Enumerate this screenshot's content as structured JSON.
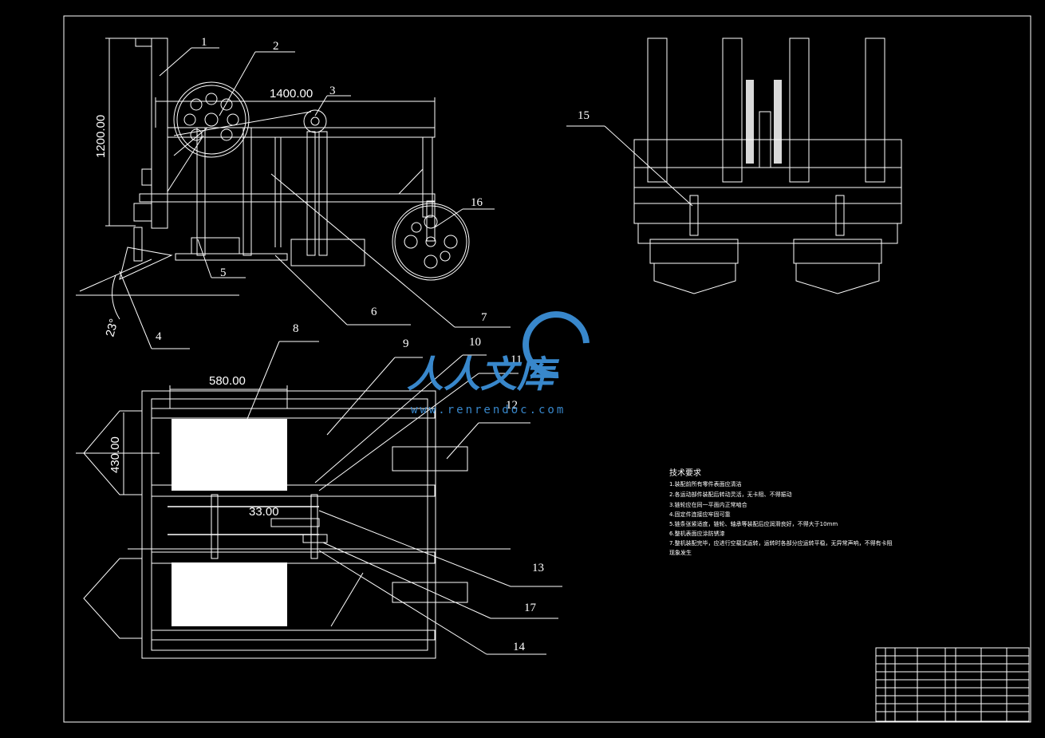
{
  "dimensions": {
    "side_length": "1400.00",
    "side_height": "1200.00",
    "angle": "23°",
    "top_width": "580.00",
    "top_height": "430.00",
    "inner": "33.00"
  },
  "part_labels": [
    "1",
    "2",
    "3",
    "4",
    "5",
    "6",
    "7",
    "8",
    "9",
    "10",
    "11",
    "12",
    "13",
    "14",
    "15",
    "16",
    "17"
  ],
  "technical_requirements": {
    "heading": "技术要求",
    "items": [
      "1.装配前所有零件表面应清洁",
      "2.各运动部件装配后转动灵活，无卡阻、不得振动",
      "3.链轮应在同一平面内正常啮合",
      "4.固定件连接应牢固可靠",
      "5.链条张紧适度，链轮、轴承等装配后应润滑良好，不得大于10mm",
      "6.整机表面应涂防锈漆",
      "7.整机装配完毕，应进行空载试运转，运转时各部分应运转平稳，无异常声响，不得有卡阻",
      "现象发生"
    ]
  },
  "watermark": {
    "text": "人人文库",
    "url": "www.renrendoc.com",
    "color": "#3b8fd6"
  },
  "colors": {
    "background": "#000000",
    "lines": "#ffffff"
  }
}
